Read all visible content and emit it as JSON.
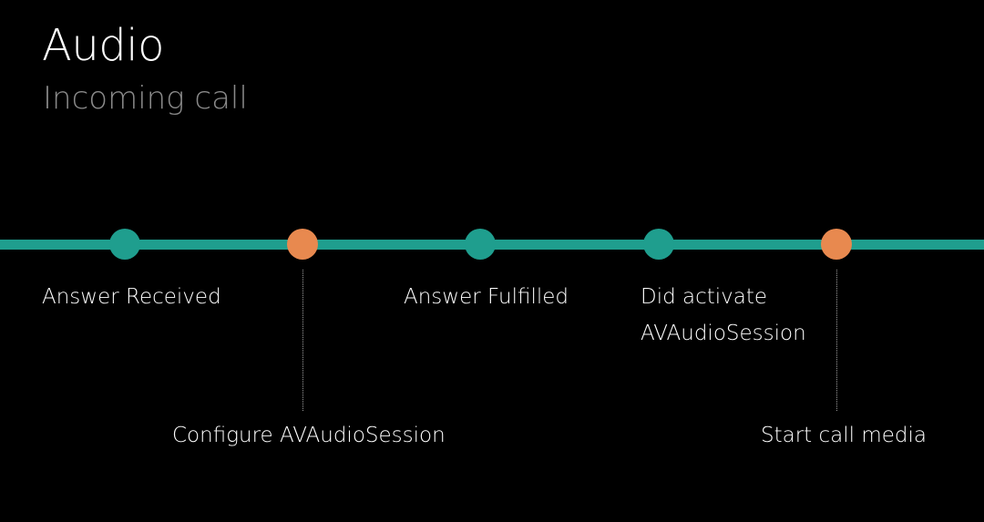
{
  "header": {
    "title": "Audio",
    "subtitle": "Incoming call"
  },
  "colors": {
    "background": "#000000",
    "timeline": "#1f9e8e",
    "event_above": "#1f9e8e",
    "event_below": "#e8894f",
    "subtitle": "#8a8a8a",
    "connector": "#9a9a9a"
  },
  "events": [
    {
      "id": "answer-received",
      "label_line1": "Answer Received",
      "label_line2": "",
      "kind": "teal"
    },
    {
      "id": "configure-av",
      "label_line1": "Configure AVAudioSession",
      "label_line2": "",
      "kind": "orange"
    },
    {
      "id": "answer-fulfilled",
      "label_line1": "Answer Fulfilled",
      "label_line2": "",
      "kind": "teal"
    },
    {
      "id": "did-activate",
      "label_line1": "Did activate",
      "label_line2": "AVAudioSession",
      "kind": "teal"
    },
    {
      "id": "start-media",
      "label_line1": "Start call media",
      "label_line2": "",
      "kind": "orange"
    }
  ]
}
